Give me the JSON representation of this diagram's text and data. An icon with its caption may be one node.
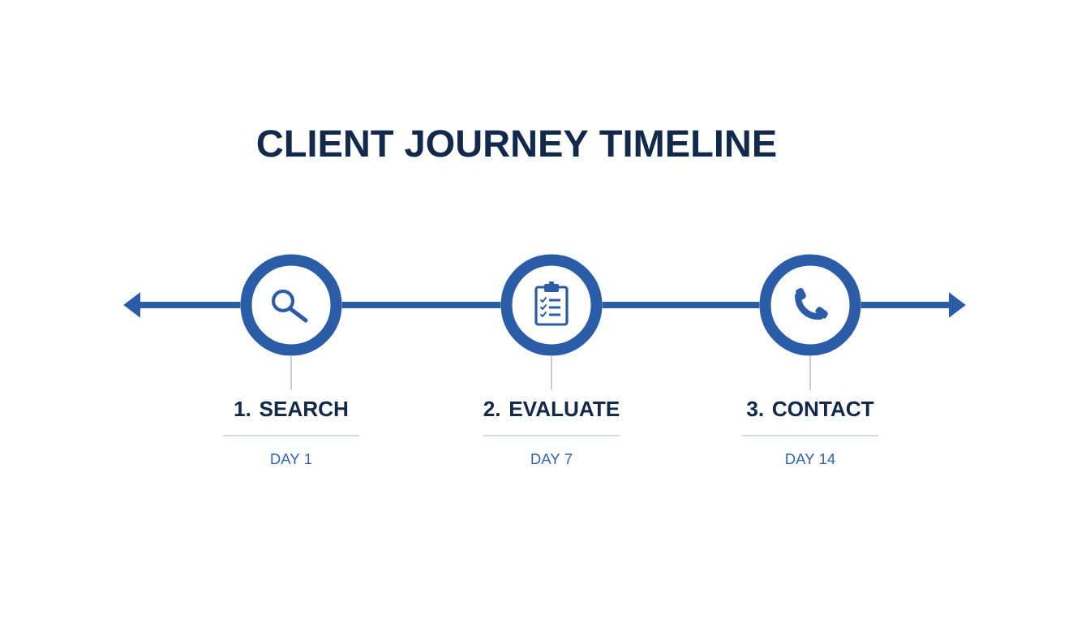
{
  "diagram": {
    "title": "CLIENT JOURNEY TIMELINE",
    "nodes": [
      {
        "text": [],
        "shape": "circle"
      },
      {
        "text": [],
        "shape": "circle"
      },
      {
        "text": [],
        "shape": "circle"
      },
      {
        "text": [
          "1. SEARCH",
          "DAY 1"
        ]
      },
      {
        "text": [
          "2. EVALUATE",
          "DAY 7"
        ]
      },
      {
        "text": [
          "3. CONTACT",
          "DAY 14"
        ]
      }
    ],
    "edges": [
      {
        "from": 0,
        "to": null,
        "arrow": "to"
      },
      {
        "from": 0,
        "to": 1,
        "arrow": "none"
      },
      {
        "from": 1,
        "to": 2,
        "arrow": "none"
      },
      {
        "from": 2,
        "to": null,
        "arrow": "to"
      },
      {
        "from": 0,
        "to": 3,
        "arrow": "none",
        "color": "#cccccc"
      },
      {
        "from": 1,
        "to": 4,
        "arrow": "none",
        "color": "#cccccc"
      },
      {
        "from": 2,
        "to": 5,
        "arrow": "none",
        "color": "#cccccc"
      }
    ]
  }
}
